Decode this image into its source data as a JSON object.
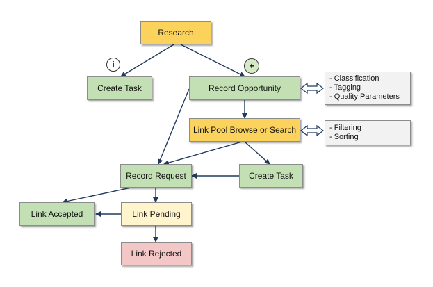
{
  "colors": {
    "yellow": "#fbd35c",
    "green": "#c3e0b5",
    "pale_yellow": "#fff4cc",
    "pink": "#f4c7c7",
    "note_bg": "#f2f2f2",
    "connector": "#1f3a5f",
    "badge_plus": "#d6e9c6",
    "badge_info": "#ffffff"
  },
  "nodes": {
    "research": "Research",
    "create_task_top": "Create Task",
    "record_opportunity": "Record Opportunity",
    "link_pool": "Link Pool Browse or Search",
    "record_request": "Record Request",
    "create_task_bottom": "Create Task",
    "link_accepted": "Link Accepted",
    "link_pending": "Link Pending",
    "link_rejected": "Link Rejected"
  },
  "badges": {
    "info": "i",
    "plus": "+"
  },
  "notes": {
    "opportunity_attributes": [
      "- Classification",
      "- Tagging",
      "- Quality Parameters"
    ],
    "pool_options": [
      "- Filtering",
      "- Sorting"
    ]
  }
}
